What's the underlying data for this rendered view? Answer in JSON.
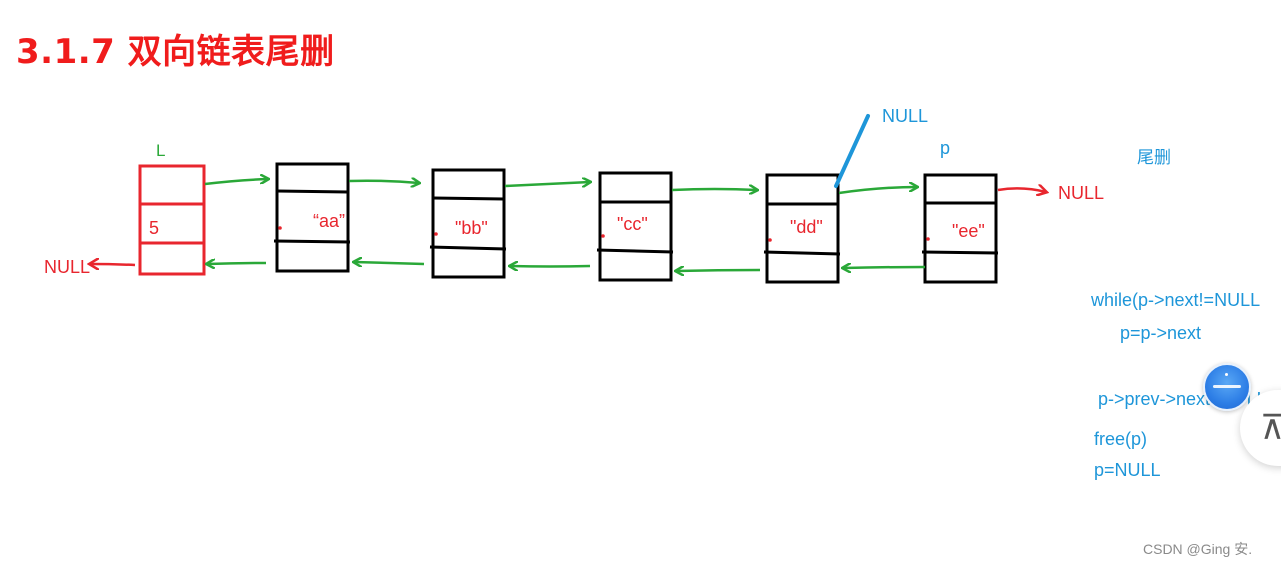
{
  "title": "3.1.7 双向链表尾删",
  "labels": {
    "head_name": "L",
    "head_count": "5",
    "p_label": "p",
    "null_left": "NULL",
    "null_top": "NULL",
    "null_right": "NULL",
    "section": "尾删"
  },
  "nodes": [
    "“aa”",
    "\"bb\"",
    "\"cc\"",
    "\"dd\"",
    "\"ee\""
  ],
  "code": {
    "line1": "while(p->next!=NULL",
    "line2": "p=p->next",
    "line3": "p->prev->next=NULL",
    "line4": "free(p)",
    "line5": "p=NULL"
  },
  "watermark": "CSDN @Ging 安.",
  "back_to_top_glyph": "⊼",
  "colors": {
    "title": "#f01c1c",
    "node_border": "#000000",
    "head_border": "#e8262e",
    "arrow": "#2aa838",
    "note": "#1e96d9"
  }
}
